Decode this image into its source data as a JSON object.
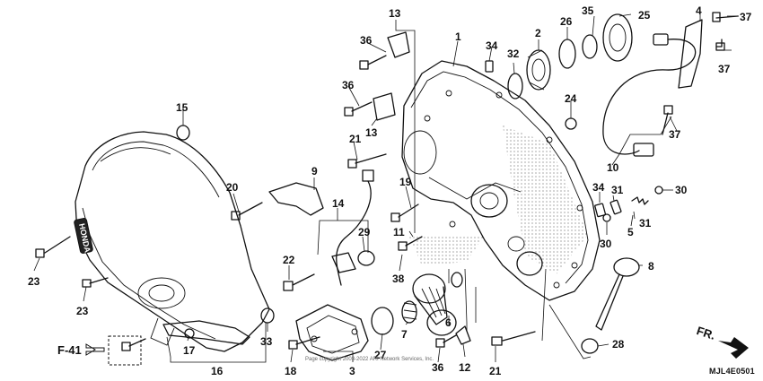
{
  "diagram": {
    "callouts": [
      {
        "id": "c13a",
        "text": "13"
      },
      {
        "id": "c1",
        "text": "1"
      },
      {
        "id": "c2",
        "text": "2"
      },
      {
        "id": "c26",
        "text": "26"
      },
      {
        "id": "c35",
        "text": "35"
      },
      {
        "id": "c25",
        "text": "25"
      },
      {
        "id": "c4",
        "text": "4"
      },
      {
        "id": "c37a",
        "text": "37"
      },
      {
        "id": "c37b",
        "text": "37"
      },
      {
        "id": "c36a",
        "text": "36"
      },
      {
        "id": "c34a",
        "text": "34"
      },
      {
        "id": "c32",
        "text": "32"
      },
      {
        "id": "c36b",
        "text": "36"
      },
      {
        "id": "c24",
        "text": "24"
      },
      {
        "id": "c13b",
        "text": "13"
      },
      {
        "id": "c37c",
        "text": "37"
      },
      {
        "id": "c21a",
        "text": "21"
      },
      {
        "id": "c15",
        "text": "15"
      },
      {
        "id": "c9",
        "text": "9"
      },
      {
        "id": "c10",
        "text": "10"
      },
      {
        "id": "c19",
        "text": "19"
      },
      {
        "id": "c20",
        "text": "20"
      },
      {
        "id": "c34b",
        "text": "34"
      },
      {
        "id": "c31a",
        "text": "31"
      },
      {
        "id": "c30a",
        "text": "30"
      },
      {
        "id": "c14",
        "text": "14"
      },
      {
        "id": "c31b",
        "text": "31"
      },
      {
        "id": "c11",
        "text": "11"
      },
      {
        "id": "c29",
        "text": "29"
      },
      {
        "id": "c30b",
        "text": "30"
      },
      {
        "id": "c5",
        "text": "5"
      },
      {
        "id": "c23a",
        "text": "23"
      },
      {
        "id": "c22",
        "text": "22"
      },
      {
        "id": "c8",
        "text": "8"
      },
      {
        "id": "c38",
        "text": "38"
      },
      {
        "id": "c23b",
        "text": "23"
      },
      {
        "id": "c6",
        "text": "6"
      },
      {
        "id": "c7",
        "text": "7"
      },
      {
        "id": "c28",
        "text": "28"
      },
      {
        "id": "c17",
        "text": "17"
      },
      {
        "id": "c27",
        "text": "27"
      },
      {
        "id": "c33",
        "text": "33"
      },
      {
        "id": "c18",
        "text": "18"
      },
      {
        "id": "c3",
        "text": "3"
      },
      {
        "id": "c36c",
        "text": "36"
      },
      {
        "id": "c12",
        "text": "12"
      },
      {
        "id": "c21b",
        "text": "21"
      },
      {
        "id": "c16",
        "text": "16"
      }
    ],
    "forward_ref": "F-41",
    "front_mark": "FR.",
    "diagram_code": "MJL4E0501",
    "copyright": "Page copyright 2003-2022 ARI Network Services, Inc.",
    "logo_text": "HONDA"
  }
}
